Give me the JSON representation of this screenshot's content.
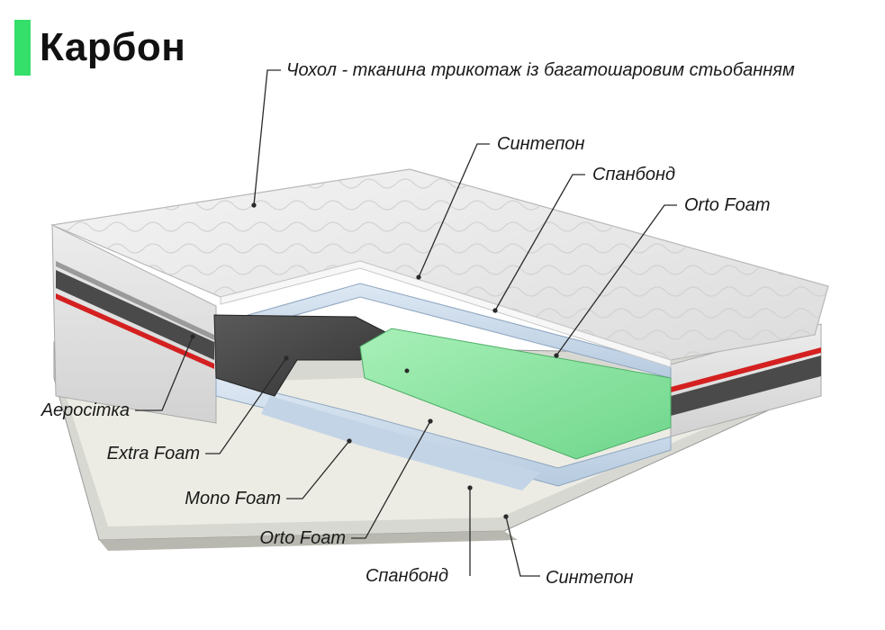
{
  "title": "Карбон",
  "colors": {
    "accent": "#35e06a",
    "cover": "#ececec",
    "green_foam": "#8ee8a3",
    "blue_foam": "#c9d9ea",
    "dark_foam": "#4a4a4a",
    "stripe": "#d42020"
  },
  "labels": {
    "cover": "Чохол - тканина трикотаж із багатошаровим стьобанням",
    "sintepon_top": "Синтепон",
    "spanbond_top": "Спанбонд",
    "orto_foam_top": "Orto Foam",
    "aeroset": "Аеросітка",
    "extra_foam": "Extra Foam",
    "mono_foam": "Mono Foam",
    "orto_foam_bottom": "Orto Foam",
    "spanbond_bottom": "Спанбонд",
    "sintepon_bottom": "Синтепон"
  }
}
